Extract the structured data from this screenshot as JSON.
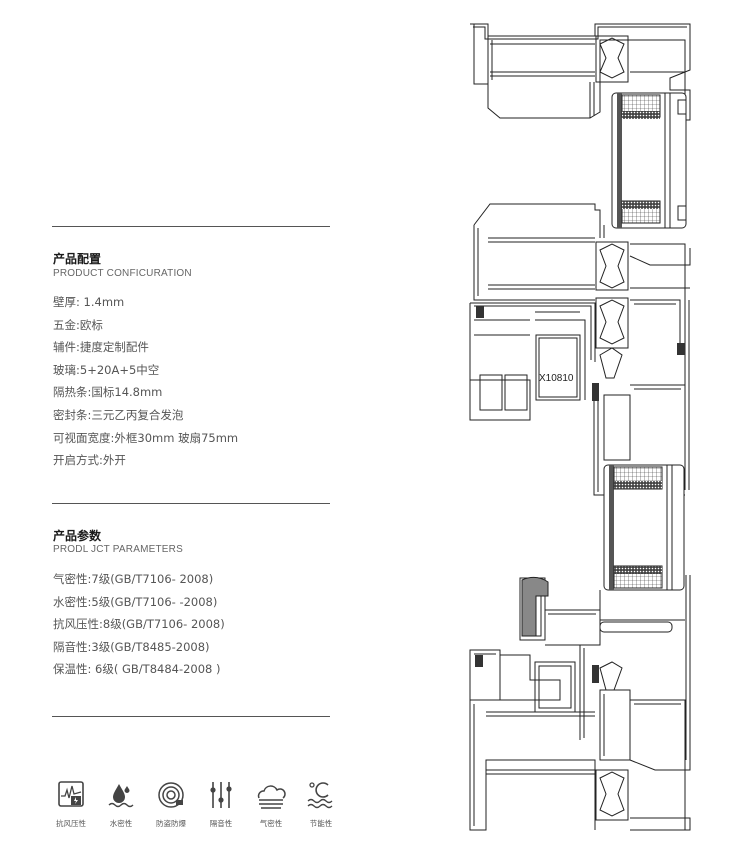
{
  "config": {
    "title": "产品配置",
    "subtitle": "PRODUCT CONFICURATION",
    "items": [
      "壁厚: 1.4mm",
      "五金:欧标",
      "辅件:捷度定制配件",
      "玻璃:5+20A+5中空",
      "隔热条:国标14.8mm",
      "密封条:三元乙丙复合发泡",
      "可视面宽度:外框30mm 玻扇75mm",
      "开启方式:外开"
    ]
  },
  "params": {
    "title": "产品参数",
    "subtitle": "PRODL JCT PARAMETERS",
    "items": [
      "气密性:7级(GB/T7106- 2008)",
      "水密性:5级(GB/T7106- -2008)",
      "抗风压性:8级(GB/T7106- 2008)",
      "隔音性:3级(GB/T8485-2008)",
      "保温性: 6级( GB/T8484-2008 )"
    ]
  },
  "features": [
    {
      "icon": "wind-pressure-icon",
      "label": "抗风压性"
    },
    {
      "icon": "water-tightness-icon",
      "label": "水密性"
    },
    {
      "icon": "anti-theft-icon",
      "label": "防盗防爆"
    },
    {
      "icon": "sound-insulation-icon",
      "label": "隔音性"
    },
    {
      "icon": "air-tightness-icon",
      "label": "气密性"
    },
    {
      "icon": "energy-saving-icon",
      "label": "节能性"
    }
  ],
  "drawing": {
    "profile_label": "X10810"
  }
}
